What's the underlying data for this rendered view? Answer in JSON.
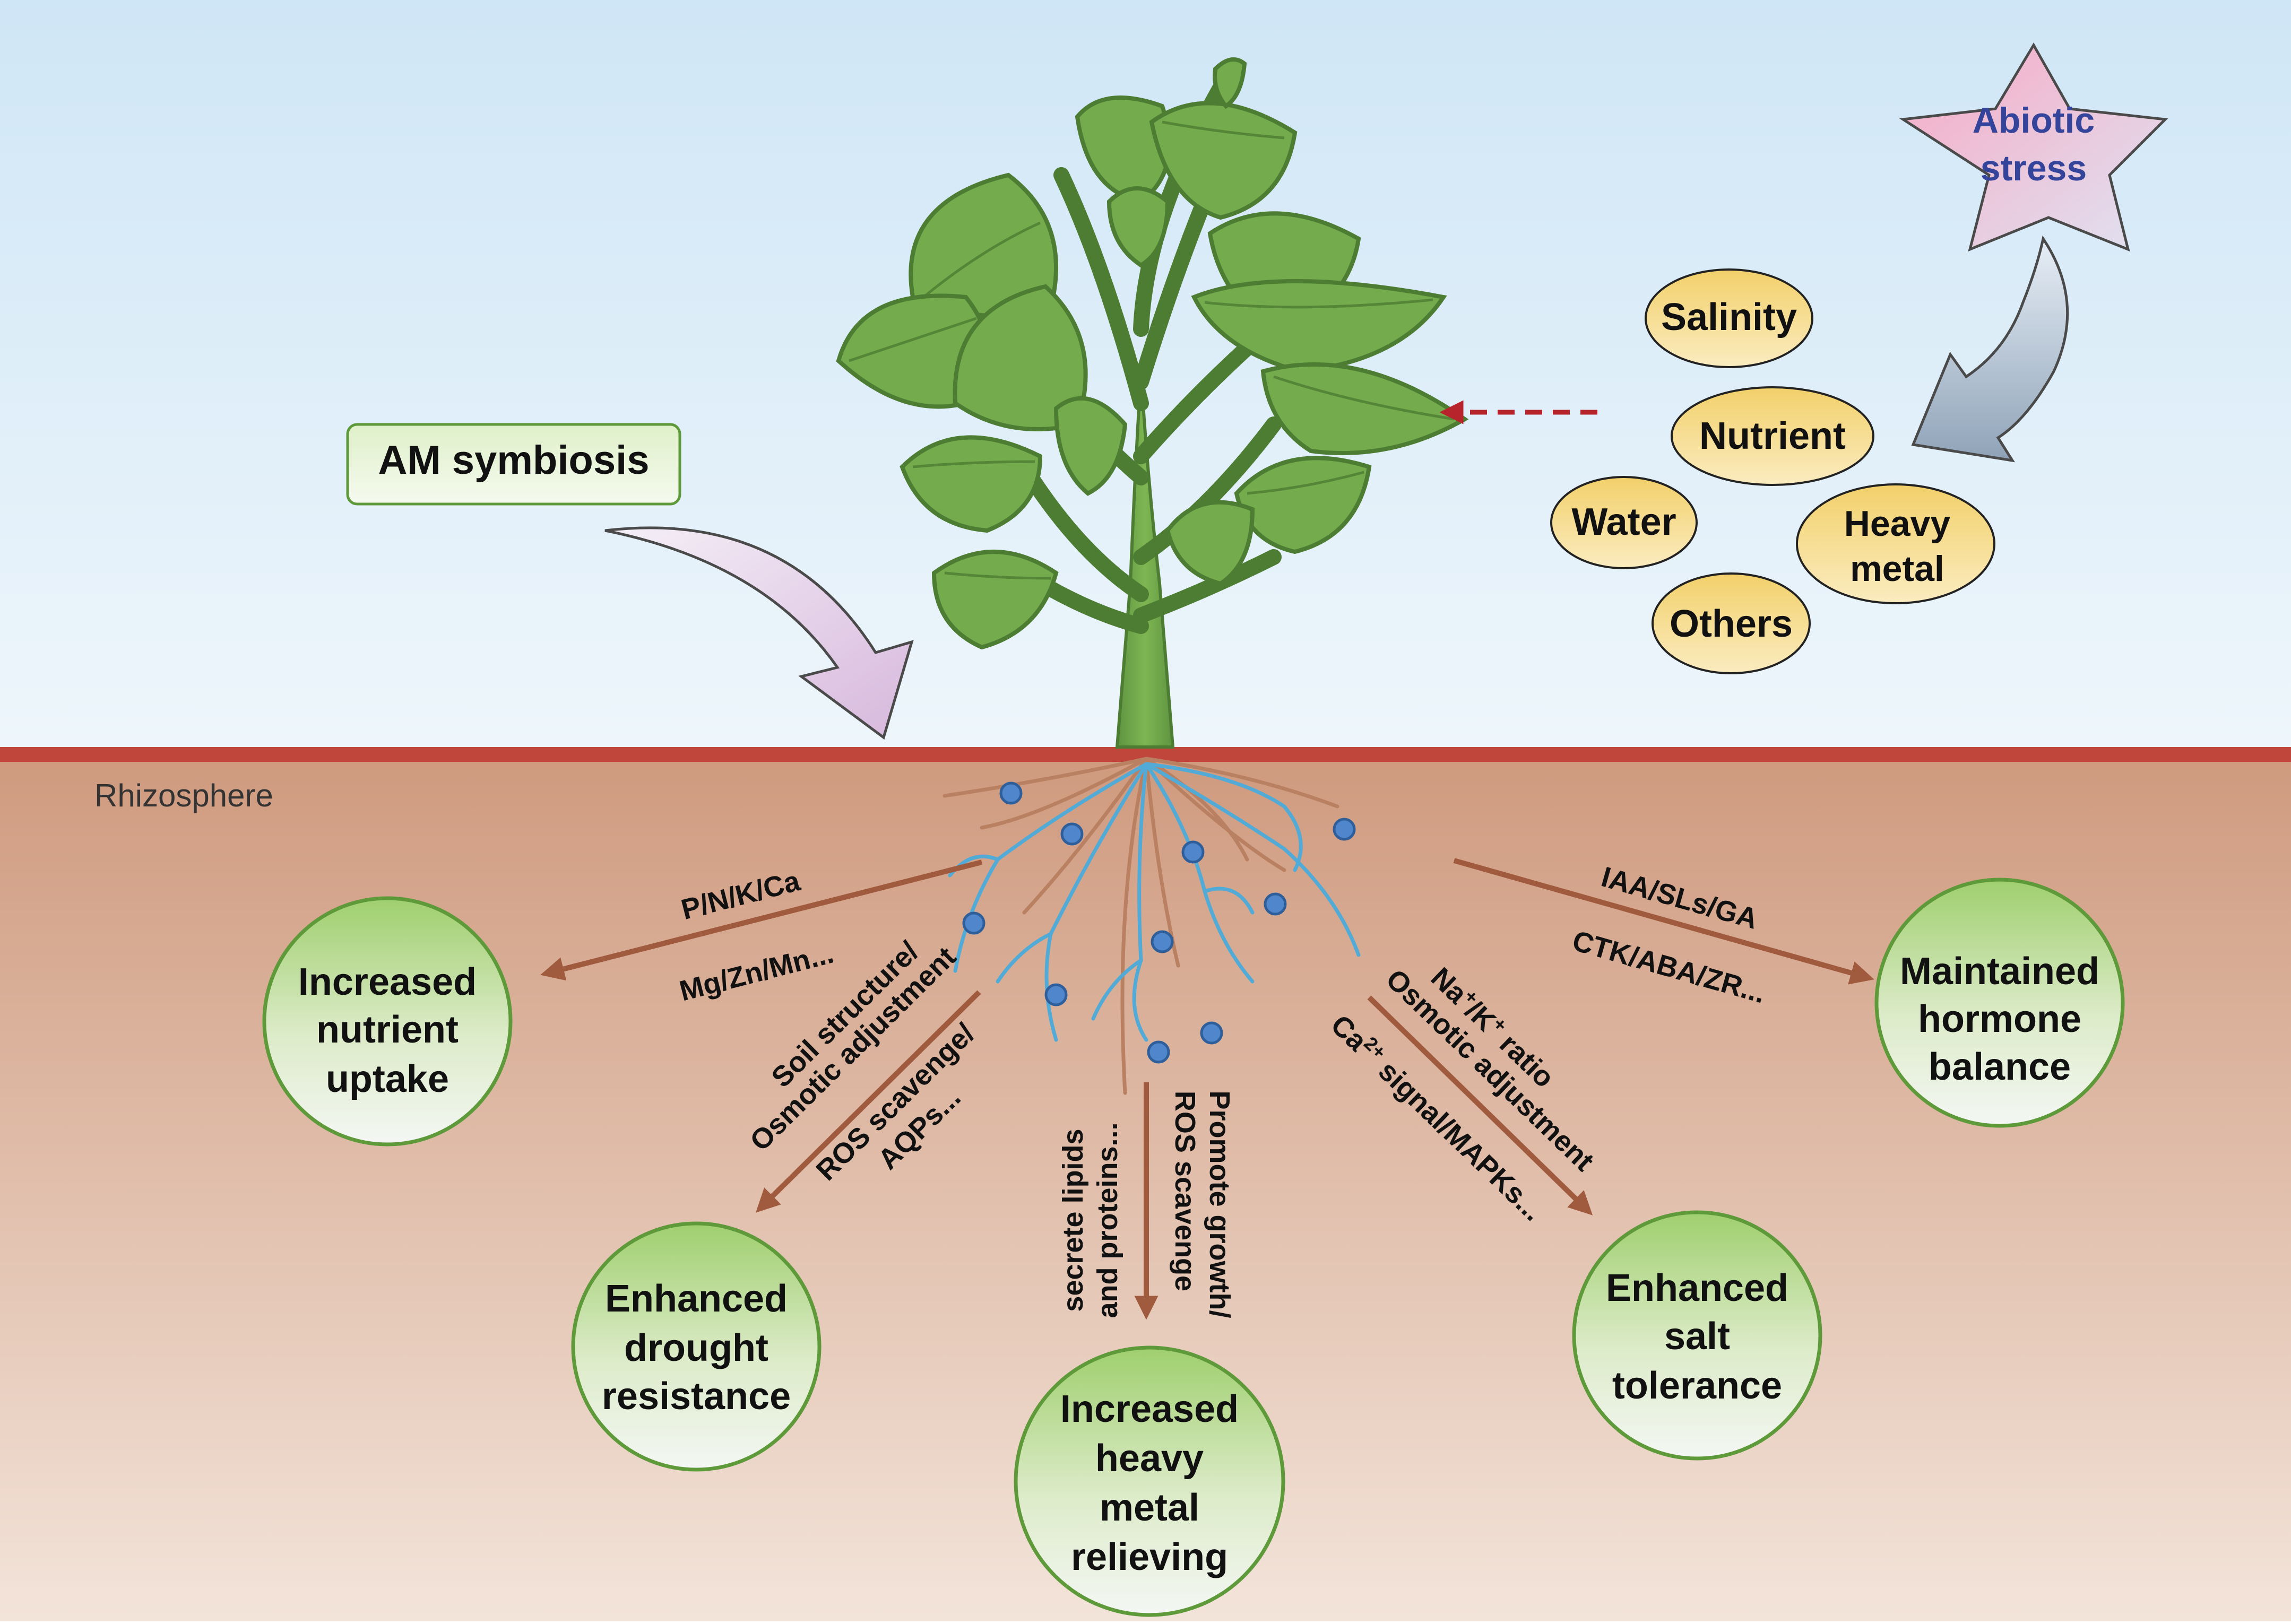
{
  "am_symbiosis": "AM symbiosis",
  "abiotic_stress": {
    "line1": "Abiotic",
    "line2": "stress"
  },
  "stress_types": {
    "salinity": "Salinity",
    "nutrient": "Nutrient",
    "water": "Water",
    "heavy_metal_1": "Heavy",
    "heavy_metal_2": "metal",
    "others": "Others"
  },
  "zone_label": "Rhizosphere",
  "outcomes": {
    "nutrient": {
      "l1": "Increased",
      "l2": "nutrient",
      "l3": "uptake"
    },
    "drought": {
      "l1": "Enhanced",
      "l2": "drought",
      "l3": "resistance"
    },
    "heavy_metal": {
      "l1": "Increased",
      "l2": "heavy",
      "l3": "metal",
      "l4": "relieving"
    },
    "salt": {
      "l1": "Enhanced",
      "l2": "salt",
      "l3": "tolerance"
    },
    "hormone": {
      "l1": "Maintained",
      "l2": "hormone",
      "l3": "balance"
    }
  },
  "mechanisms": {
    "nutrient_top": "P/N/K/Ca",
    "nutrient_bottom": "Mg/Zn/Mn...",
    "drought_1": "Soil structure/",
    "drought_2": "Osmotic adjustment",
    "drought_3": "ROS scavenge/",
    "drought_4": "AQPs...",
    "metal_1": "secrete lipids",
    "metal_2": "and proteins...",
    "metal_3": "Promote growth/",
    "metal_4": "ROS scavenge",
    "salt_1a": "Na",
    "salt_1b": "+",
    "salt_1c": "/K",
    "salt_1d": "+",
    "salt_1e": " ratio",
    "salt_2": "Osmotic adjustment",
    "salt_3a": "Ca",
    "salt_3b": "2+",
    "salt_3c": " signal/MAPKs...",
    "hormone_top": "IAA/SLs/GA",
    "hormone_bottom": "CTK/ABA/ZR..."
  },
  "colors": {
    "sky_top": "#cfe6f6",
    "sky_bottom": "#eef6fb",
    "soil_top": "#cf9a7e",
    "soil_bottom": "#f2e2d8",
    "surface_line": "#c0463c",
    "arrow_brown": "#a05a3e",
    "leaf_green": "#6ea54a",
    "circle_border": "#5e9a3a",
    "oval_fill": "#f3d67c",
    "fungal_blue": "#48a9d6",
    "spore_blue": "#4f86cc",
    "stress_text": "#33449a",
    "dashed_red": "#b8242c"
  }
}
